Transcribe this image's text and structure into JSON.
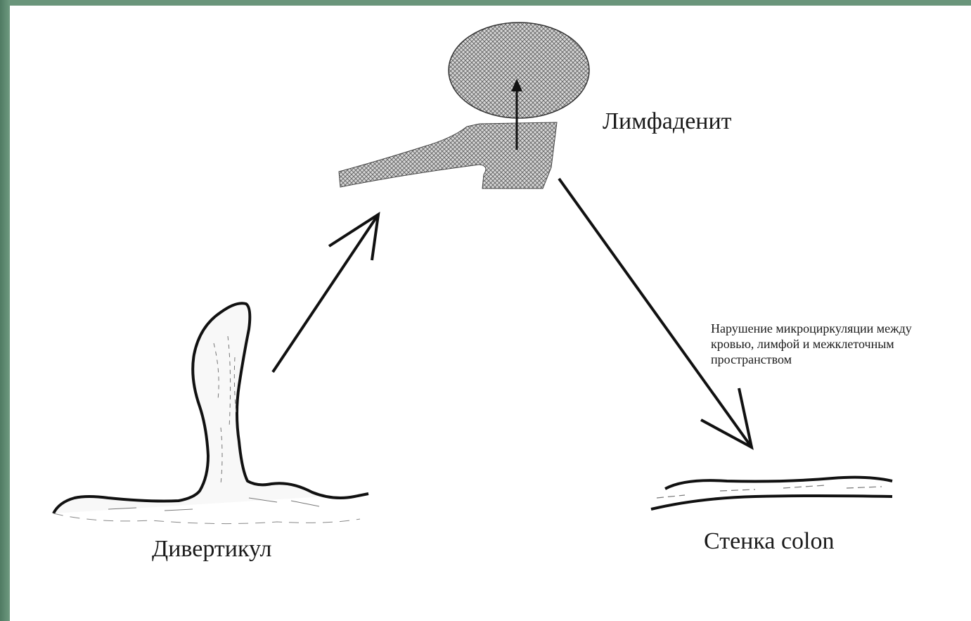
{
  "labels": {
    "lymphadenitis": "Лимфаденит",
    "diverticulum": "Дивертикул",
    "colon_wall": "Стенка colon",
    "microcirculation": "Нарушение микроциркуляции между кровью, лимфой и межклеточным пространством"
  },
  "colors": {
    "frame": "#5f8a72",
    "background": "#ffffff",
    "ink": "#111111"
  }
}
